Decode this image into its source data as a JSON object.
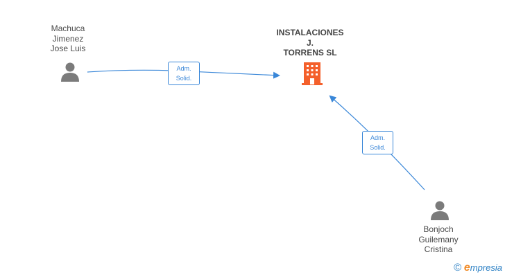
{
  "nodes": {
    "person_1": {
      "lines": [
        "Machuca",
        "Jimenez",
        "Jose Luis"
      ],
      "icon": "person-icon"
    },
    "person_2": {
      "lines": [
        "Bonjoch",
        "Guilemany",
        "Cristina"
      ],
      "icon": "person-icon"
    },
    "company": {
      "lines": [
        "INSTALACIONES",
        "J.",
        "TORRENS SL"
      ],
      "icon": "building-icon"
    }
  },
  "edges": [
    {
      "from": "person_1",
      "to": "company",
      "label": [
        "Adm.",
        "Solid."
      ]
    },
    {
      "from": "person_2",
      "to": "company",
      "label": [
        "Adm.",
        "Solid."
      ]
    }
  ],
  "colors": {
    "edge": "#3a87d8",
    "person_icon": "#7b7b7b",
    "company_icon": "#f4602b"
  },
  "watermark": {
    "symbol": "©",
    "brand_initial": "e",
    "brand_rest": "mpresia"
  }
}
